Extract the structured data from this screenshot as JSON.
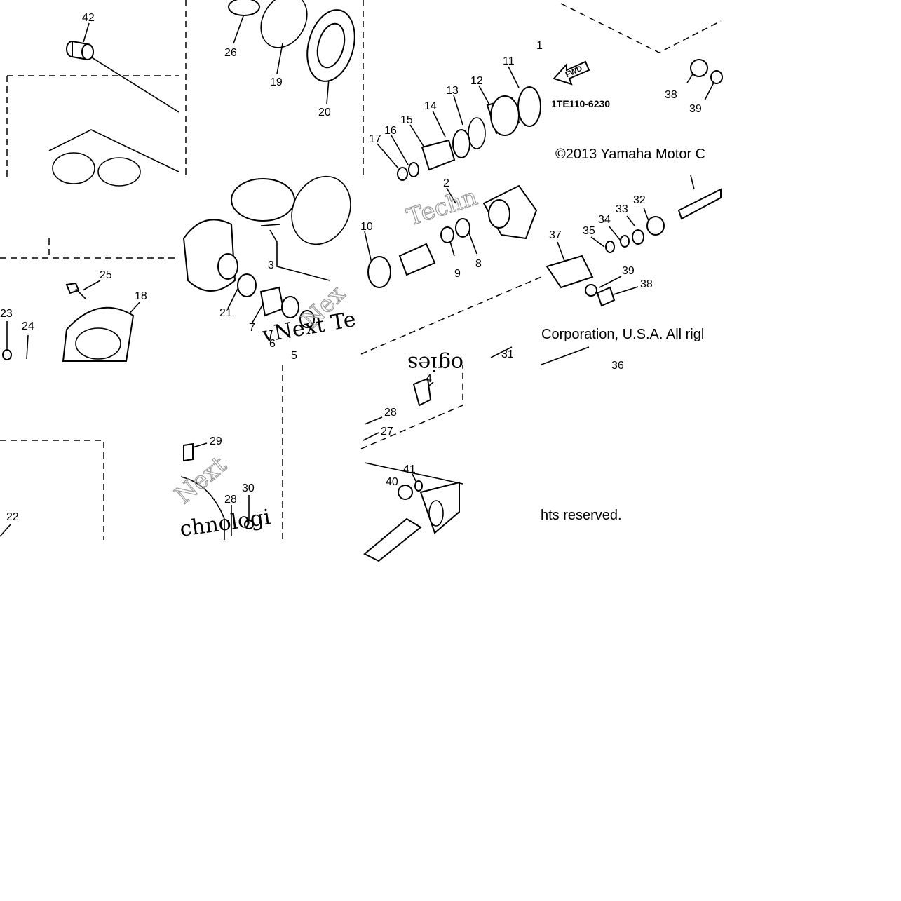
{
  "diagram": {
    "part_callouts": [
      "42",
      "26",
      "19",
      "20",
      "11",
      "12",
      "13",
      "14",
      "15",
      "16",
      "17",
      "2",
      "10",
      "9",
      "8",
      "3",
      "21",
      "7",
      "6",
      "5",
      "37",
      "35",
      "34",
      "33",
      "32",
      "39",
      "38",
      "25",
      "18",
      "23",
      "24",
      "22",
      "29",
      "28",
      "30",
      "4",
      "27",
      "41",
      "40",
      "31",
      "36",
      "1"
    ],
    "part_code": "1TE110-6230",
    "fwd_label": "FWD",
    "copyright_segments": [
      "©2013 Yamaha Motor C",
      "Corporation, U.S.A. All rigl",
      "hts reserved."
    ],
    "watermark_segments": [
      "Techn",
      "vNext Te",
      "ogies",
      "Next",
      "chnologi",
      "Nex"
    ]
  }
}
